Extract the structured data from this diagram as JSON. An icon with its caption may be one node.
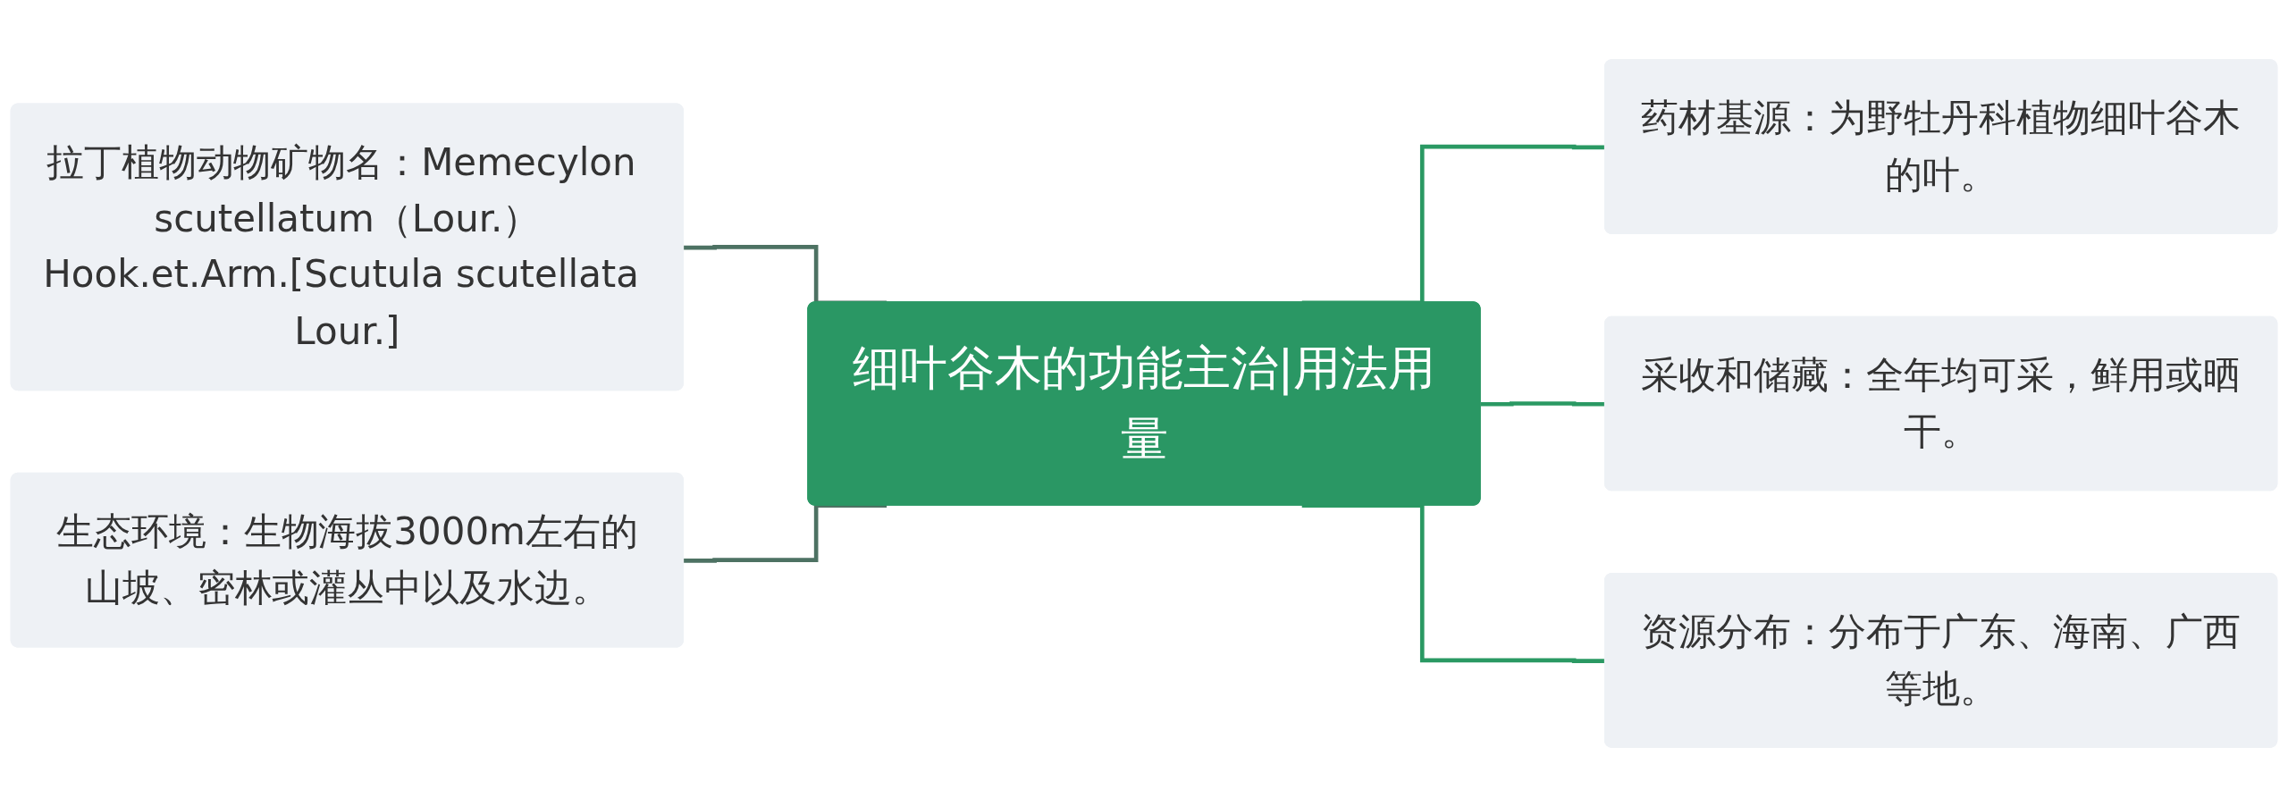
{
  "diagram": {
    "nodes": [
      {
        "text": [
          "拉丁植物动物矿物名：Memecylon scutellatum（Lour.）Hook.et.Arm.[Scutula scutellata Lour.]"
        ]
      },
      {
        "text": [
          "生态环境：生物海拔3000m左右的山坡、密林或灌丛中以及水边。"
        ]
      },
      {
        "text": [
          "细叶谷木的功能主治|用法用量"
        ]
      },
      {
        "text": [
          "药材基源：为野牡丹科植物细叶谷木的叶。"
        ]
      },
      {
        "text": [
          "采收和储藏：全年均可采，鲜用或晒干。"
        ]
      },
      {
        "text": [
          "资源分布：分布于广东、海南、广西等地。"
        ]
      }
    ],
    "edges": [
      {
        "from": 0,
        "to": 2,
        "arrow": "none",
        "color": "#4d7263"
      },
      {
        "from": 1,
        "to": 2,
        "arrow": "none",
        "color": "#4d7263"
      },
      {
        "from": 2,
        "to": 3,
        "arrow": "none"
      },
      {
        "from": 2,
        "to": 4,
        "arrow": "none"
      },
      {
        "from": 2,
        "to": 5,
        "arrow": "none"
      }
    ]
  }
}
